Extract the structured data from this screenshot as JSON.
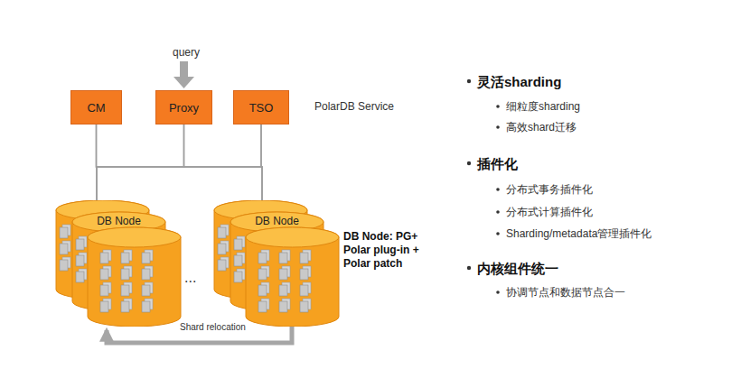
{
  "diagram": {
    "nodes": [
      {
        "text": [
          "CM"
        ]
      },
      {
        "text": [
          "Proxy"
        ]
      },
      {
        "text": [
          "TSO"
        ]
      },
      {
        "text": [
          "DB Node"
        ]
      },
      {
        "text": [
          "DB Node"
        ]
      }
    ],
    "edges": [
      {
        "from": 0,
        "to": 3,
        "arrow": "none"
      },
      {
        "from": 0,
        "to": 4,
        "arrow": "none"
      },
      {
        "from": 1,
        "to": 3,
        "arrow": "none"
      },
      {
        "from": 1,
        "to": 4,
        "arrow": "none"
      },
      {
        "from": 2,
        "to": 3,
        "arrow": "none"
      },
      {
        "from": 2,
        "to": 4,
        "arrow": "none"
      },
      {
        "from": 4,
        "to": 3,
        "label": "Shard relocation",
        "arrow": "to"
      }
    ],
    "labels": [
      "query",
      "PolarDB Service",
      "...",
      "DB Node: PG+ Polar plug-in + Polar patch",
      "灵活sharding",
      "细粒度sharding",
      "高效shard迁移",
      "插件化",
      "分布式事务插件化",
      "分布式计算插件化",
      "Sharding/metadata管理插件化",
      "内核组件统一",
      "协调节点和数据节点合一"
    ]
  }
}
